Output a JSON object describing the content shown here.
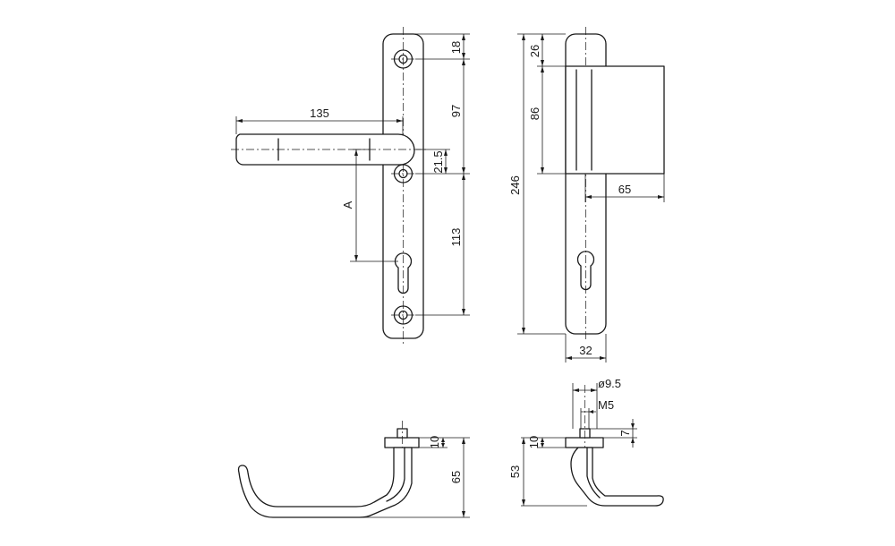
{
  "colors": {
    "line": "#1a1a1a",
    "background": "#ffffff"
  },
  "front_view": {
    "handle_length": "135",
    "top_hole_offset": "18",
    "hole_to_handle": "97",
    "handle_to_hole": "21.5",
    "lower_span": "113",
    "label_a": "A"
  },
  "side_view": {
    "top_offset": "26",
    "block_height": "86",
    "total_height": "246",
    "projection": "65",
    "plate_width": "32"
  },
  "bottom_left": {
    "rosette_height": "10",
    "total_height": "65"
  },
  "bottom_right": {
    "spindle_diameter": "ø9.5",
    "thread": "M5",
    "thread_height": "7",
    "rosette_height": "10",
    "total_height": "53"
  }
}
